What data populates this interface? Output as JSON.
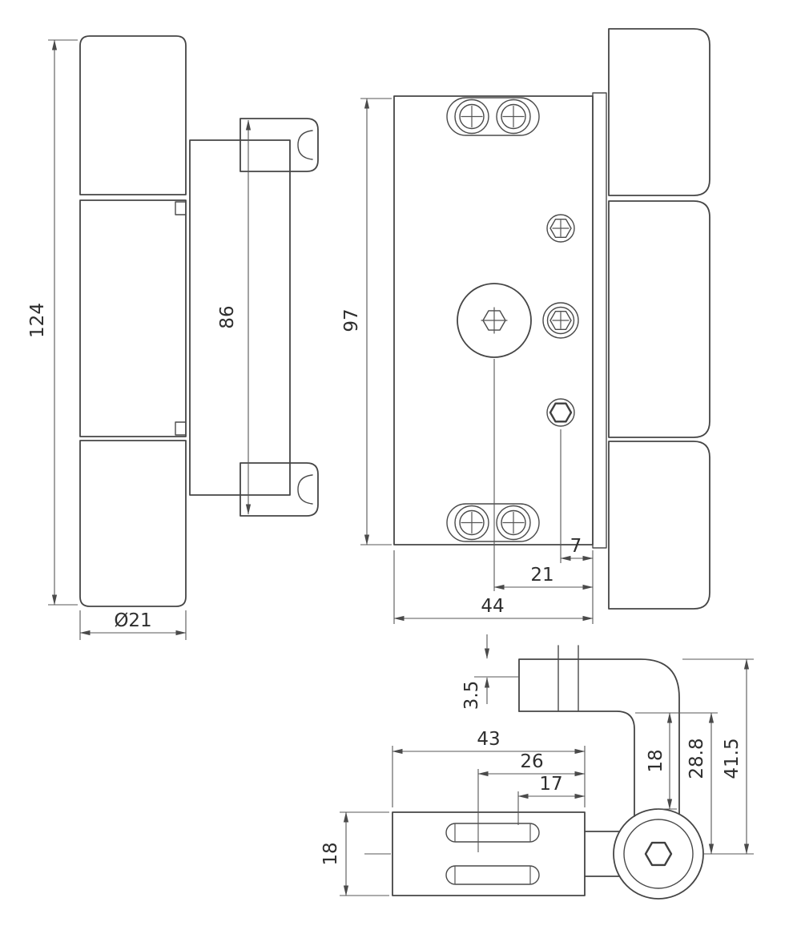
{
  "dimensions": {
    "side_view": {
      "total_height": "124",
      "leaf_span": "86",
      "barrel_diameter": "Ø21"
    },
    "front_view": {
      "plate_height": "97",
      "hole_to_edge": "7",
      "center_to_edge": "21",
      "plate_width": "44"
    },
    "bottom_view": {
      "plate_offset": "3.5",
      "body_width": "43",
      "hole_span_a": "26",
      "hole_span_b": "17",
      "body_depth": "18",
      "arm_to_pivot_top": "18",
      "arm_to_pivot_center": "28.8",
      "overall_depth": "41.5"
    }
  }
}
